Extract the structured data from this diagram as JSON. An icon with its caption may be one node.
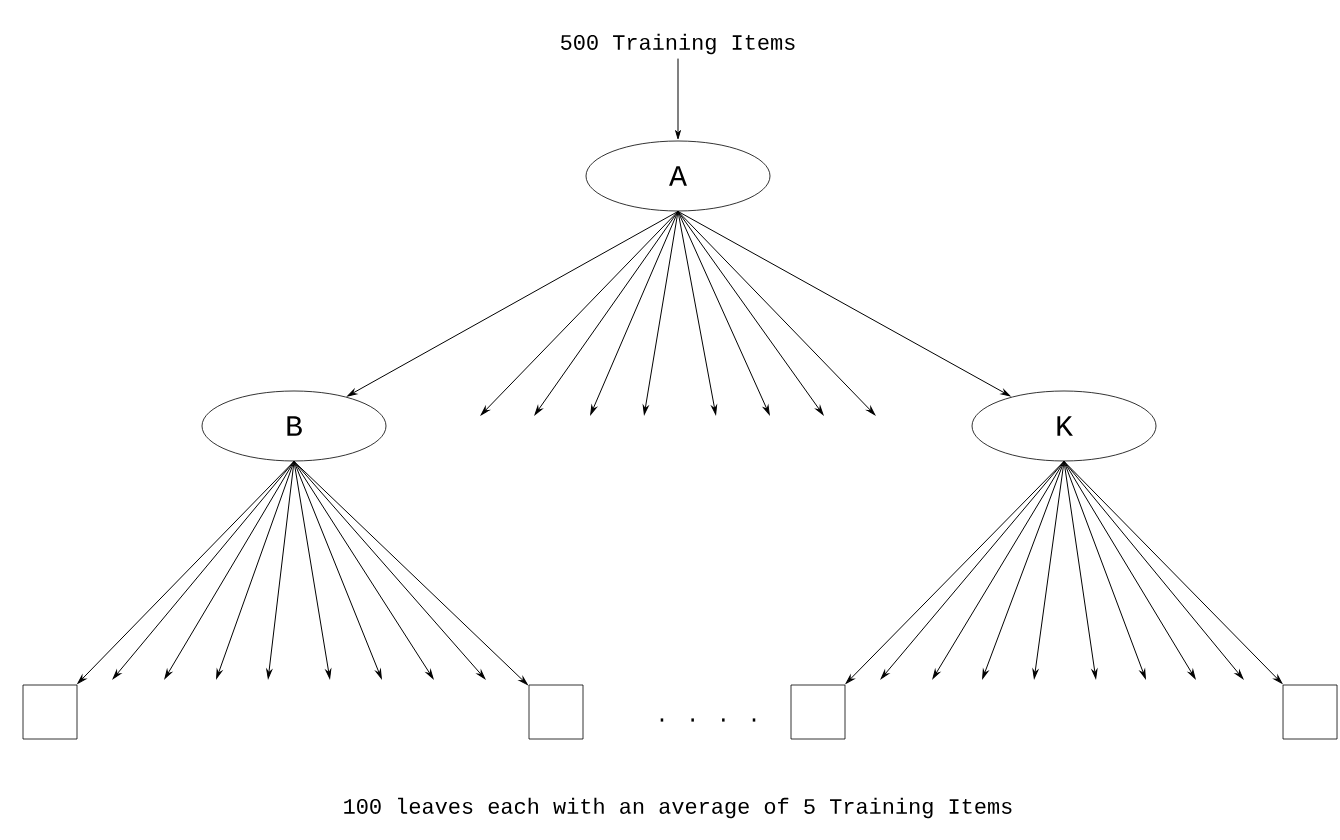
{
  "diagram": {
    "caption": "100 leaves each with an average of 5 Training Items",
    "nodes": [
      {
        "text": [
          "500 Training Items"
        ]
      },
      {
        "text": [
          "A"
        ]
      },
      {
        "text": [
          "B"
        ]
      },
      {
        "text": [
          "K"
        ]
      },
      {
        "text": [],
        "shape": "box"
      },
      {
        "text": [],
        "shape": "box"
      },
      {
        "text": [],
        "shape": "box"
      },
      {
        "text": [],
        "shape": "box"
      }
    ],
    "edges": [
      {
        "from": 0,
        "to": 1,
        "arrow": "to"
      },
      {
        "from": 1,
        "to": 2,
        "arrow": "to"
      },
      {
        "from": 1,
        "to": null,
        "arrow": "to"
      },
      {
        "from": 1,
        "to": null,
        "arrow": "to"
      },
      {
        "from": 1,
        "to": null,
        "arrow": "to"
      },
      {
        "from": 1,
        "to": null,
        "arrow": "to"
      },
      {
        "from": 1,
        "to": null,
        "arrow": "to"
      },
      {
        "from": 1,
        "to": null,
        "arrow": "to"
      },
      {
        "from": 1,
        "to": null,
        "arrow": "to"
      },
      {
        "from": 1,
        "to": null,
        "arrow": "to"
      },
      {
        "from": 1,
        "to": 3,
        "arrow": "to"
      },
      {
        "from": 2,
        "to": 4,
        "arrow": "to"
      },
      {
        "from": 2,
        "to": null,
        "arrow": "to"
      },
      {
        "from": 2,
        "to": null,
        "arrow": "to"
      },
      {
        "from": 2,
        "to": null,
        "arrow": "to"
      },
      {
        "from": 2,
        "to": null,
        "arrow": "to"
      },
      {
        "from": 2,
        "to": null,
        "arrow": "to"
      },
      {
        "from": 2,
        "to": null,
        "arrow": "to"
      },
      {
        "from": 2,
        "to": null,
        "arrow": "to"
      },
      {
        "from": 2,
        "to": null,
        "arrow": "to"
      },
      {
        "from": 2,
        "to": 5,
        "arrow": "to"
      },
      {
        "from": 3,
        "to": 6,
        "arrow": "to"
      },
      {
        "from": 3,
        "to": null,
        "arrow": "to"
      },
      {
        "from": 3,
        "to": null,
        "arrow": "to"
      },
      {
        "from": 3,
        "to": null,
        "arrow": "to"
      },
      {
        "from": 3,
        "to": null,
        "arrow": "to"
      },
      {
        "from": 3,
        "to": null,
        "arrow": "to"
      },
      {
        "from": 3,
        "to": null,
        "arrow": "to"
      },
      {
        "from": 3,
        "to": null,
        "arrow": "to"
      },
      {
        "from": 3,
        "to": null,
        "arrow": "to"
      },
      {
        "from": 3,
        "to": 7,
        "arrow": "to"
      }
    ],
    "labels": [
      ". . . ."
    ]
  }
}
